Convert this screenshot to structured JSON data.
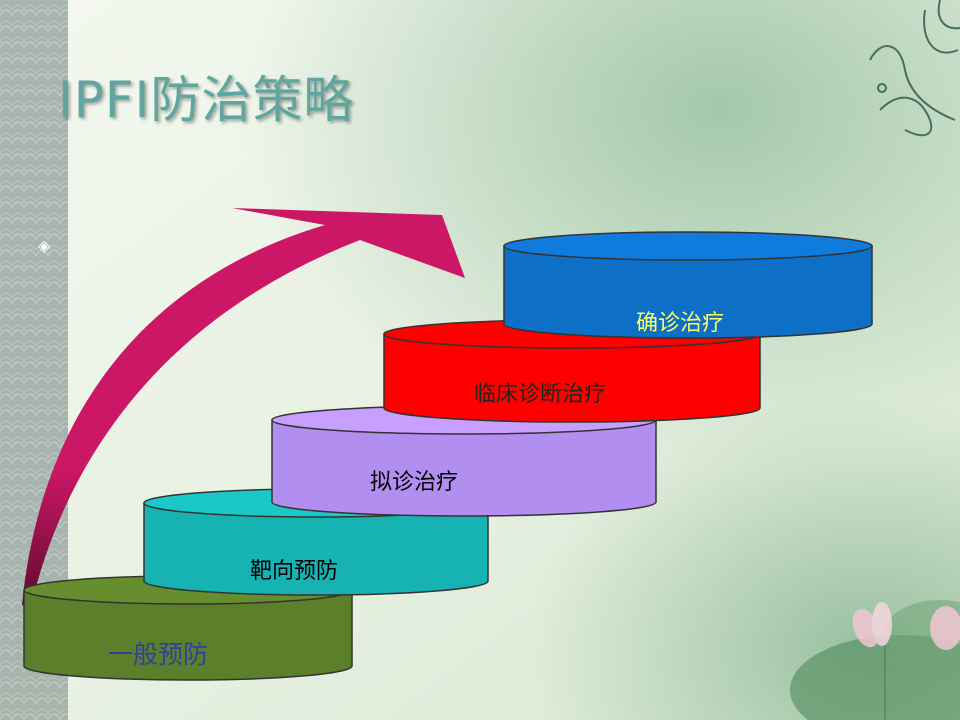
{
  "slide": {
    "title": "IPFI防治策略",
    "bullet_icon": "diamond-bullet-icon",
    "bullet_text": "·"
  },
  "steps": [
    {
      "label": "一般预防",
      "color": "#5b7f2a"
    },
    {
      "label": "靶向预防",
      "color": "#17b3b3"
    },
    {
      "label": "拟诊治疗",
      "color": "#b18ef0"
    },
    {
      "label": "临床诊断治疗",
      "color": "#ff0000"
    },
    {
      "label": "确诊治疗",
      "color": "#0d6fc5"
    }
  ],
  "arrow_color": "#cc1766"
}
